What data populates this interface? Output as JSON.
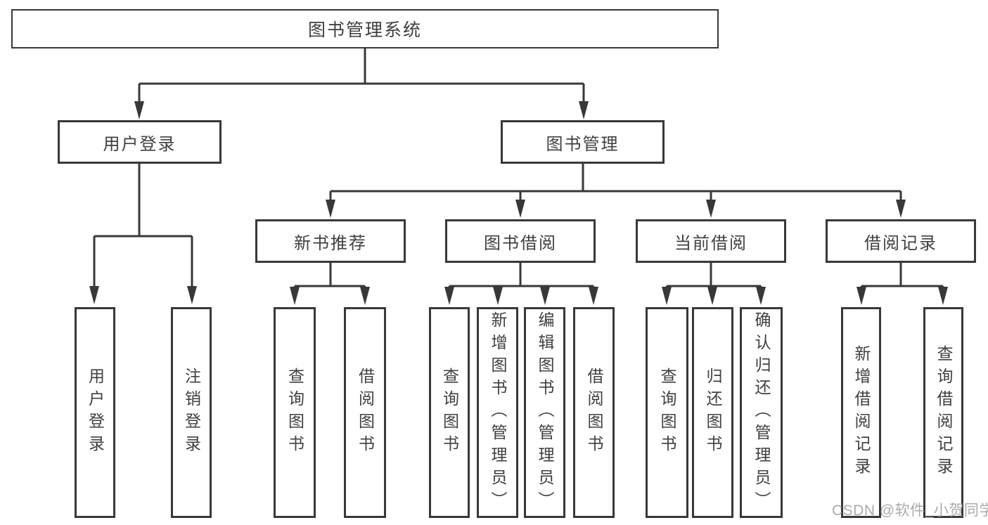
{
  "diagram": {
    "root": "图书管理系统",
    "children": [
      {
        "label": "用户登录",
        "children": [
          {
            "label": "用户登录"
          },
          {
            "label": "注销登录"
          }
        ]
      },
      {
        "label": "图书管理",
        "children": [
          {
            "label": "新书推荐",
            "children": [
              {
                "label": "查询图书"
              },
              {
                "label": "借阅图书"
              }
            ]
          },
          {
            "label": "图书借阅",
            "children": [
              {
                "label": "查询图书"
              },
              {
                "label": "新增图书（管理员）"
              },
              {
                "label": "编辑图书（管理员）"
              },
              {
                "label": "借阅图书"
              }
            ]
          },
          {
            "label": "当前借阅",
            "children": [
              {
                "label": "查询图书"
              },
              {
                "label": "归还图书"
              },
              {
                "label": "确认归还（管理员）"
              }
            ]
          },
          {
            "label": "借阅记录",
            "children": [
              {
                "label": "新增借阅记录"
              },
              {
                "label": "查询借阅记录"
              }
            ]
          }
        ]
      }
    ]
  },
  "watermark": {
    "text": "CSDN @软件_小贺同学"
  },
  "colors": {
    "line": "#383838",
    "text": "#3f3f3f",
    "watermark": "#ababab",
    "background": "#ffffff"
  }
}
